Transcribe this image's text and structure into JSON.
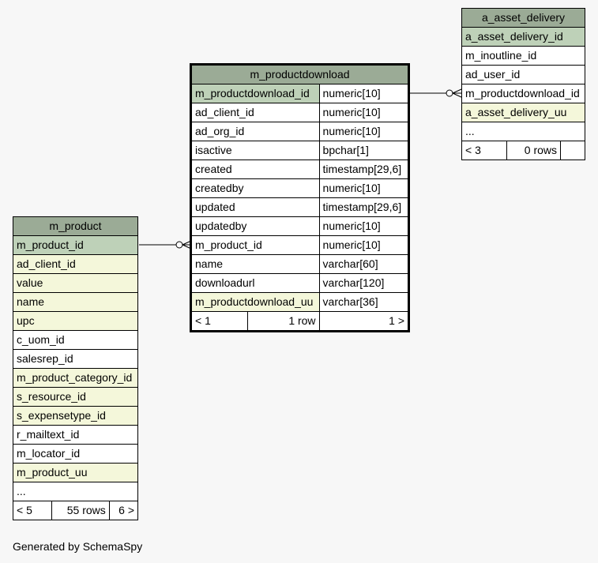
{
  "productdownload": {
    "title": "m_productdownload",
    "rows": [
      {
        "name": "m_productdownload_id",
        "type": "numeric[10]",
        "kind": "pk"
      },
      {
        "name": "ad_client_id",
        "type": "numeric[10]",
        "kind": ""
      },
      {
        "name": "ad_org_id",
        "type": "numeric[10]",
        "kind": ""
      },
      {
        "name": "isactive",
        "type": "bpchar[1]",
        "kind": ""
      },
      {
        "name": "created",
        "type": "timestamp[29,6]",
        "kind": ""
      },
      {
        "name": "createdby",
        "type": "numeric[10]",
        "kind": ""
      },
      {
        "name": "updated",
        "type": "timestamp[29,6]",
        "kind": ""
      },
      {
        "name": "updatedby",
        "type": "numeric[10]",
        "kind": ""
      },
      {
        "name": "m_product_id",
        "type": "numeric[10]",
        "kind": ""
      },
      {
        "name": "name",
        "type": "varchar[60]",
        "kind": ""
      },
      {
        "name": "downloadurl",
        "type": "varchar[120]",
        "kind": ""
      },
      {
        "name": "m_productdownload_uu",
        "type": "varchar[36]",
        "kind": "idx"
      }
    ],
    "footer": {
      "parents": "< 1",
      "rows": "1 row",
      "children": "1 >"
    }
  },
  "asset_delivery": {
    "title": "a_asset_delivery",
    "rows": [
      {
        "name": "a_asset_delivery_id",
        "kind": "pk"
      },
      {
        "name": "m_inoutline_id",
        "kind": ""
      },
      {
        "name": "ad_user_id",
        "kind": ""
      },
      {
        "name": "m_productdownload_id",
        "kind": ""
      },
      {
        "name": "a_asset_delivery_uu",
        "kind": "idx"
      },
      {
        "name": "...",
        "kind": ""
      }
    ],
    "footer": {
      "parents": "< 3",
      "rows": "0 rows",
      "children": ""
    }
  },
  "product": {
    "title": "m_product",
    "rows": [
      {
        "name": "m_product_id",
        "kind": "pk"
      },
      {
        "name": "ad_client_id",
        "kind": "idx"
      },
      {
        "name": "value",
        "kind": "idx"
      },
      {
        "name": "name",
        "kind": "idx"
      },
      {
        "name": "upc",
        "kind": "idx"
      },
      {
        "name": "c_uom_id",
        "kind": ""
      },
      {
        "name": "salesrep_id",
        "kind": ""
      },
      {
        "name": "m_product_category_id",
        "kind": "idx"
      },
      {
        "name": "s_resource_id",
        "kind": "idx"
      },
      {
        "name": "s_expensetype_id",
        "kind": "idx"
      },
      {
        "name": "r_mailtext_id",
        "kind": ""
      },
      {
        "name": "m_locator_id",
        "kind": ""
      },
      {
        "name": "m_product_uu",
        "kind": "idx"
      },
      {
        "name": "...",
        "kind": ""
      }
    ],
    "footer": {
      "parents": "< 5",
      "rows": "55 rows",
      "children": "6 >"
    }
  },
  "generated_by": "Generated by SchemaSpy"
}
